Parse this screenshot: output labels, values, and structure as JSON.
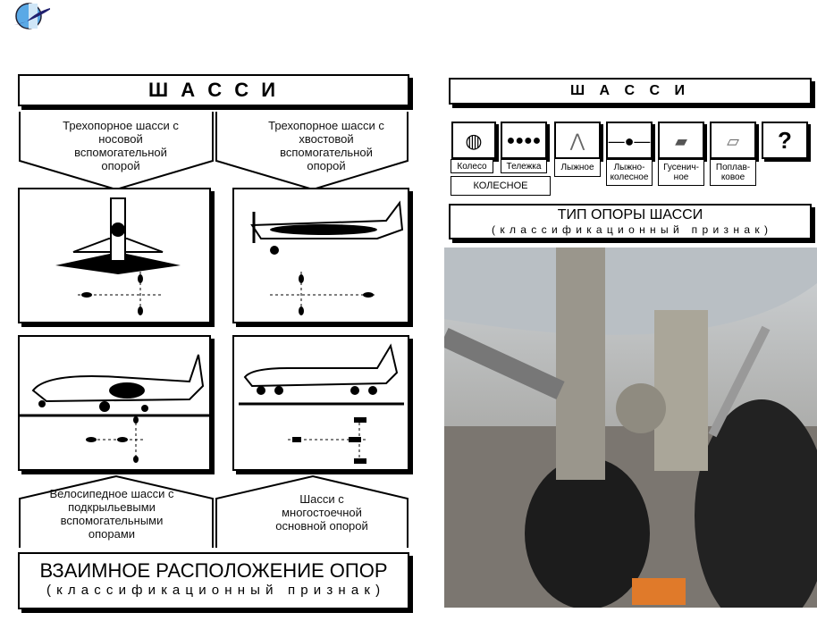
{
  "logo": {
    "name": "university-logo"
  },
  "left": {
    "title": "Ш А С С И",
    "top_labels": [
      "Трехопорное шасси с носовой вспомогательной опорой",
      "Трехопорное шасси с хвостовой вспомогательной опорой"
    ],
    "bottom_labels": [
      "Велосипедное шасси с подкрыльевыми вспомогательными опорами",
      "Шасси с многостоечной основной опорой"
    ],
    "footer_title": "ВЗАИМНОЕ РАСПОЛОЖЕНИЕ ОПОР",
    "footer_sub": "( к л а с с и ф и к а ц и о н н ы й   п р и з н а к )"
  },
  "right": {
    "title": "Ш А С С И",
    "types": [
      "Колесо",
      "Тележка",
      "Лыжное",
      "Лыжно-колесное",
      "Гусенич-ное",
      "Поплав-ковое",
      "?"
    ],
    "group_label": "КОЛЕСНОЕ",
    "footer_title": "ТИП ОПОРЫ ШАССИ",
    "footer_sub": "( к л а с с и ф и к а ц и о н н ы й   п р и з н а к )"
  },
  "photo": {
    "name": "landing-gear-photo"
  }
}
